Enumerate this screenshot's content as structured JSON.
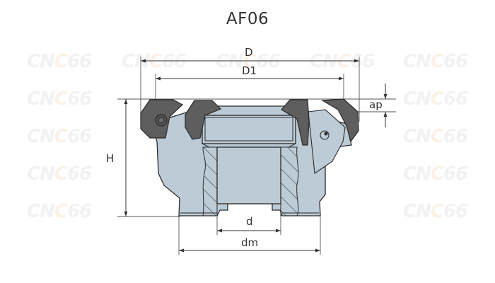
{
  "drawing": {
    "title": "AF06",
    "watermark": {
      "prefix": "CN",
      "accent": "C",
      "suffix": "66"
    },
    "dimensions": {
      "D": "D",
      "D1": "D1",
      "ap": "ap",
      "H": "H",
      "d": "d",
      "dm": "dm"
    },
    "colors": {
      "body_fill": "#bccbd6",
      "insert_fill": "#5e5e5e",
      "line": "#2a2a2a",
      "dim_line": "#333333",
      "watermark_gray": "#f2f2f2",
      "watermark_orange": "#fbf1e6"
    }
  }
}
